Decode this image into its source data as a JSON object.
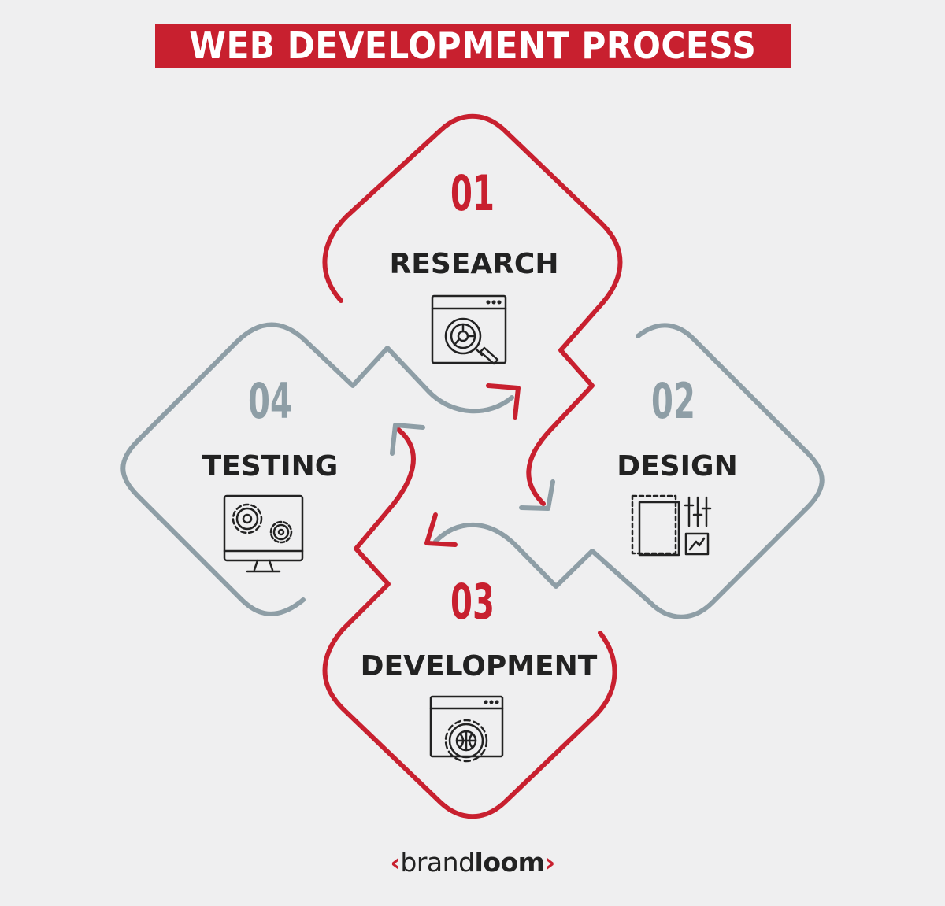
{
  "title": "WEB DEVELOPMENT PROCESS",
  "colors": {
    "accent_red": "#c8202f",
    "steel_gray": "#8e9ea6",
    "text_dark": "#222222",
    "background": "#efeff0"
  },
  "steps": [
    {
      "number": "01",
      "label": "RESEARCH",
      "icon": "browser-magnifier-chart-icon",
      "color": "red"
    },
    {
      "number": "02",
      "label": "DESIGN",
      "icon": "layout-sliders-icon",
      "color": "gray"
    },
    {
      "number": "03",
      "label": "DEVELOPMENT",
      "icon": "browser-gear-icon",
      "color": "red"
    },
    {
      "number": "04",
      "label": "TESTING",
      "icon": "monitor-gears-icon",
      "color": "gray"
    }
  ],
  "brand": {
    "left_chevron": "‹",
    "name_light": "brand",
    "name_bold": "loom",
    "right_chevron": "›"
  }
}
